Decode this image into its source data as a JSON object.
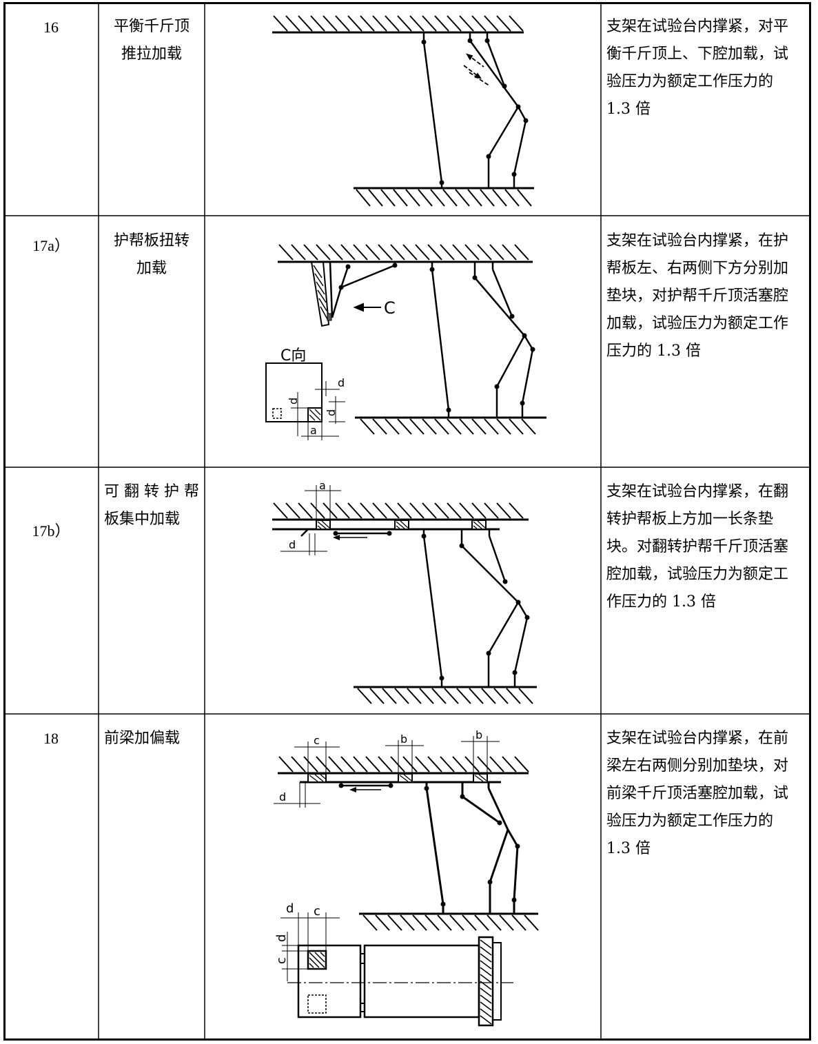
{
  "rows": [
    {
      "number": "16",
      "name_lines": [
        "平衡千斤顶",
        "推拉加载"
      ],
      "description_lines": [
        "支架在试验台内撑紧，对平",
        "衡千斤顶上、下腔加载，试",
        "验压力为额定工作压力的",
        "1.3 倍"
      ]
    },
    {
      "number": "17a）",
      "name_lines": [
        "护帮板扭转",
        "加载"
      ],
      "description_lines": [
        "支架在试验台内撑紧，在护",
        "帮板左、右两侧下方分别加",
        "垫块，对护帮千斤顶活塞腔",
        "加载，试验压力为额定工作",
        "压力的 1.3 倍"
      ],
      "diagram_labels": {
        "arrow": "C",
        "view": "C向",
        "dim_d1": "d",
        "dim_d2": "d",
        "dim_d3": "d",
        "dim_a": "a"
      }
    },
    {
      "number": "17b）",
      "name_lines": [
        "可 翻 转 护 帮",
        "板集中加载"
      ],
      "description_lines": [
        "支架在试验台内撑紧，在翻",
        "转护帮板上方加一长条垫",
        "块。对翻转护帮千斤顶活塞",
        "腔加载，试验压力为额定工",
        "作压力的 1.3 倍"
      ],
      "diagram_labels": {
        "dim_a": "a",
        "dim_d": "d"
      }
    },
    {
      "number": "18",
      "name_lines": [
        "前梁加偏载"
      ],
      "description_lines": [
        "支架在试验台内撑紧，在前",
        "梁左右两侧分别加垫块，对",
        "前梁千斤顶活塞腔加载，试",
        "验压力为额定工作压力的",
        "1.3 倍"
      ],
      "diagram_labels": {
        "dim_c": "c",
        "dim_b1": "b",
        "dim_b2": "b",
        "dim_d": "d",
        "plan_d_top": "d",
        "plan_c_top": "c",
        "plan_d_side": "d",
        "plan_c_side": "c"
      }
    }
  ]
}
